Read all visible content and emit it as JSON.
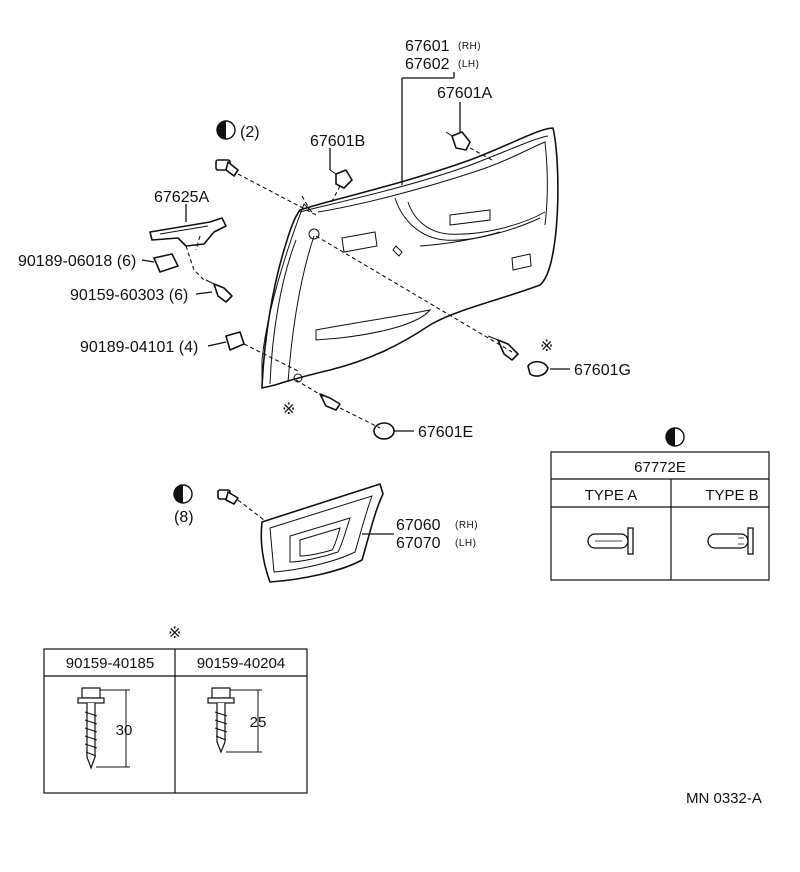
{
  "parts": {
    "p67601": "67601",
    "p67601_side": "(RH)",
    "p67602": "67602",
    "p67602_side": "(LH)",
    "p67601A": "67601A",
    "p67601B": "67601B",
    "p67625A": "67625A",
    "p90189_06018": "90189-06018 (6)",
    "p90159_60303": "90159-60303 (6)",
    "p90189_04101": "90189-04101 (4)",
    "p67601G": "67601G",
    "p67601E": "67601E",
    "p67060": "67060",
    "p67060_side": "(RH)",
    "p67070": "67070",
    "p67070_side": "(LH)",
    "qty_2": "(2)",
    "qty_8": "(8)",
    "asterisk": "※"
  },
  "clip_table": {
    "part_no": "67772E",
    "col_a": "TYPE  A",
    "col_b": "TYPE  B"
  },
  "screw_table": {
    "col1_part": "90159-40185",
    "col2_part": "90159-40204",
    "col1_length": "30",
    "col2_length": "25"
  },
  "drawing_code": "MN  0332-A"
}
